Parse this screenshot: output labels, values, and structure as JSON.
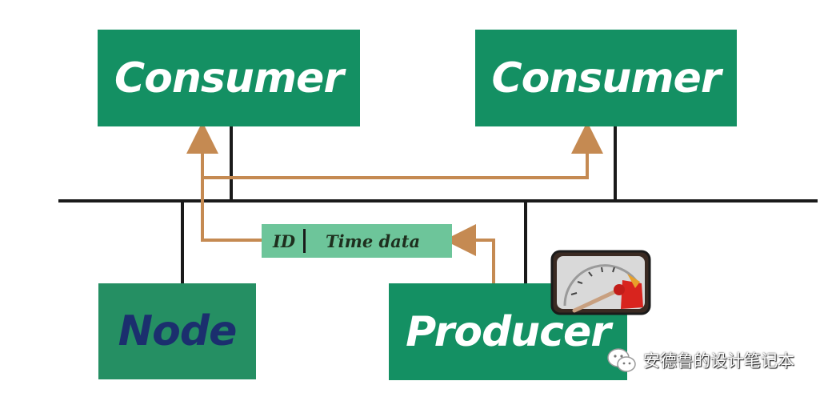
{
  "consumers": [
    {
      "label": "Consumer"
    },
    {
      "label": "Consumer"
    }
  ],
  "node": {
    "label": "Node"
  },
  "producer": {
    "label": "Producer"
  },
  "message": {
    "id": "ID",
    "data": "Time data"
  },
  "watermark": {
    "text": "安德鲁的设计笔记本",
    "icon": "wechat-icon"
  },
  "colors": {
    "box_green": "#149063",
    "node_green": "#258f63",
    "node_text": "#1b2f6e",
    "message_green": "#6dc59a",
    "bus_line": "#1a1a1a",
    "arrow": "#c58a52"
  }
}
